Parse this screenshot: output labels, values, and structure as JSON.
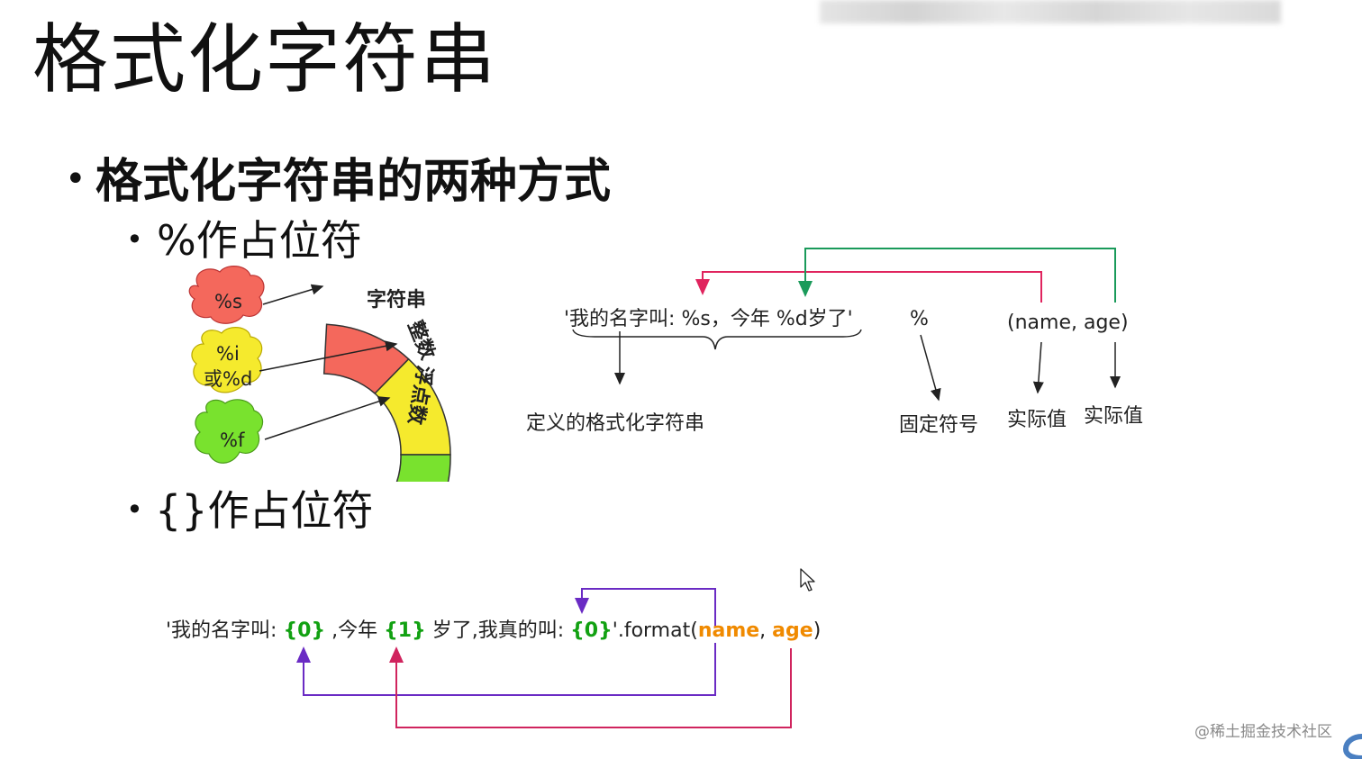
{
  "slide": {
    "title": "格式化字符串",
    "bullet1": "格式化字符串的两种方式",
    "bullet1_dot": "•",
    "bullet2": "%作占位符",
    "bullet3": "{}作占位符",
    "sub_dot": "•"
  },
  "percent_diagram": {
    "clouds": [
      {
        "label": "%s",
        "color": "#f4685c"
      },
      {
        "label_line1": "%i",
        "label_line2": "或%d",
        "color": "#f5ea2d"
      },
      {
        "label": "%f",
        "color": "#79e22e"
      }
    ],
    "arc_segments": [
      {
        "label": "字符串",
        "color": "#f4685c"
      },
      {
        "label": "整数",
        "color": "#f5ea2d"
      },
      {
        "label": "浮点数",
        "color": "#79e22e"
      }
    ]
  },
  "percent_example": {
    "template": "'我的名字叫: %s，今年  %d岁了'",
    "percent_symbol": "%",
    "args": "(name,   age)",
    "label_template": "定义的格式化字符串",
    "label_symbol": "固定符号",
    "label_value1": "实际值",
    "label_value2": "实际值",
    "arrow_colors": {
      "name": "#e0245e",
      "age": "#1a9a5a"
    }
  },
  "format_example": {
    "part1": "'我的名字叫: ",
    "ph0": "{0}",
    "part2": " ,今年 ",
    "ph1": "{1}",
    "part3": " 岁了,我真的叫:  ",
    "ph0b": "{0}",
    "part4": "'.format(",
    "arg_name": "name",
    "comma": ",    ",
    "arg_age": "age",
    "close": ")",
    "arrow_colors": {
      "name": "#6a2bc4",
      "age": "#d0245e"
    }
  },
  "watermark": "@稀土掘金技术社区",
  "colors": {
    "green_ph": "#12a112",
    "orange_arg": "#f08a00"
  }
}
